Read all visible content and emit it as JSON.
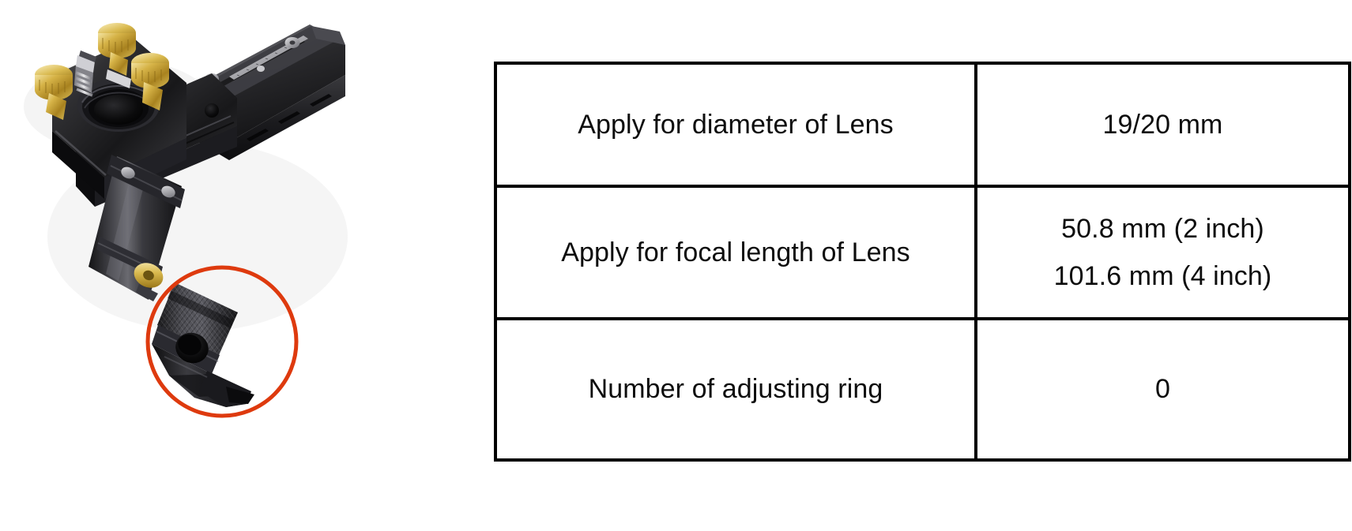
{
  "photo": {
    "alt_name": "laser-head-lens-mount-assembly",
    "annotation": {
      "shape": "circle",
      "color": "#DE3A0E",
      "highlights": "nozzle-tip"
    },
    "parts": {
      "knob_color": "#C9A227",
      "body_color": "#2b2b2d",
      "background": "#ffffff"
    }
  },
  "table": {
    "name": "lens-specification-table",
    "border_color": "#000000",
    "rows": [
      {
        "id": "diameter",
        "label": "Apply for diameter of Lens",
        "values": [
          "19/20 mm"
        ]
      },
      {
        "id": "focal-length",
        "label": "Apply for focal length of Lens",
        "values": [
          "50.8 mm (2 inch)",
          "101.6 mm (4 inch)"
        ]
      },
      {
        "id": "adjusting-ring",
        "label": "Number of adjusting ring",
        "values": [
          "0"
        ]
      }
    ]
  }
}
